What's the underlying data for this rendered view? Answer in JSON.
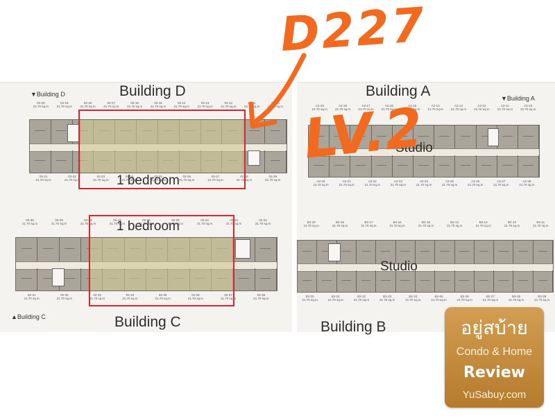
{
  "annotation": {
    "code": "D227",
    "level": "LV.2"
  },
  "buildings": {
    "d": {
      "title": "Building D",
      "corner": "▼Building D",
      "type_label": "1 bedroom"
    },
    "c": {
      "title": "Building C",
      "corner": "▲Building C",
      "type_label": "1 bedroom"
    },
    "a": {
      "title": "Building A",
      "corner": "▼Building A",
      "type_label": "Studio"
    },
    "b": {
      "title": "Building B",
      "type_label": "Studio"
    }
  },
  "unit_labels": {
    "d_top": [
      "02-20",
      "02-19",
      "02-18",
      "02-17",
      "02-16",
      "02-15",
      "02-14",
      "02-13",
      "02-12",
      "02-11",
      "02-10"
    ],
    "d_bot": [
      "02-21",
      "02-22",
      "02-23",
      "02-24",
      "02-25",
      "02-26",
      "02-27",
      "02-28",
      "02-29"
    ],
    "c_top": [
      "02-30",
      "02-29",
      "02-28",
      "02-27",
      "02-26",
      "02-25",
      "02-24",
      "02-23",
      "02-22"
    ],
    "c_bot": [
      "02-31",
      "02-32",
      "02-33",
      "02-34",
      "02-35",
      "02-36",
      "02-37",
      "02-38"
    ],
    "a_top": [
      "A2-19",
      "A2-18",
      "A2-17",
      "A2-16",
      "A2-15",
      "A2-14",
      "A2-13",
      "A2-12",
      "A2-11",
      "A2-10"
    ],
    "a_bot": [
      "A2-20",
      "A2-21",
      "A2-22",
      "A2-23",
      "A2-24",
      "A2-25",
      "A2-26",
      "A2-27",
      "A2-28"
    ],
    "b_top": [
      "B2-19",
      "B2-18",
      "B2-17",
      "B2-16",
      "B2-15",
      "B2-14",
      "B2-13",
      "B2-12",
      "B2-11"
    ],
    "b_bot": [
      "B2-20",
      "B2-21",
      "B2-22",
      "B2-23",
      "B2-24",
      "B2-25",
      "B2-26",
      "B2-27",
      "B2-28",
      "B2-29"
    ]
  },
  "unit_area": "21.70 sq.m",
  "watermark": {
    "brand_thai": "อยู่สบ้าย",
    "line1": "Condo & Home",
    "line2": "Review",
    "site": "YuSabuy.com"
  },
  "colors": {
    "annotation": "#f26a1f",
    "highlight_box": "#d9232e",
    "highlight_fill": "#d0c896",
    "logo_bg": "#c48a3c"
  }
}
